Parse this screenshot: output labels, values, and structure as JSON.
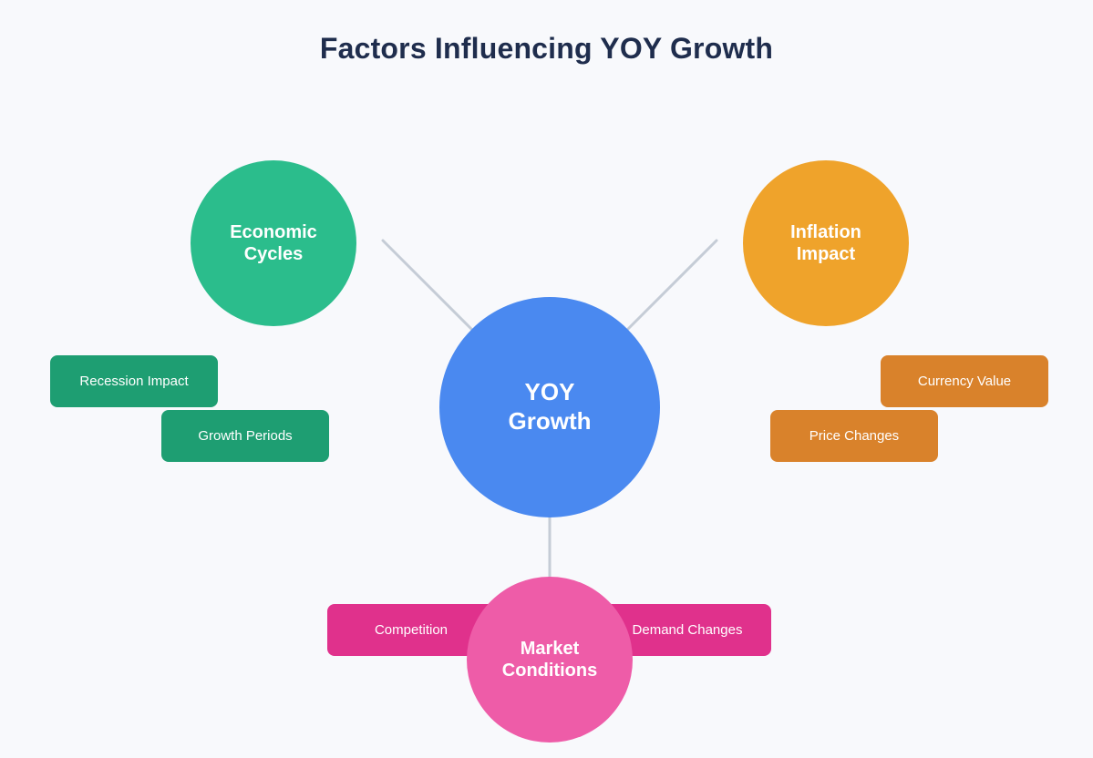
{
  "page": {
    "title": "Factors Influencing YOY Growth",
    "background_color": "#f8f9fc",
    "title_color": "#1f2d4d",
    "connector_color": "#c5ccd6"
  },
  "center_node": {
    "label_line1": "YOY",
    "label_line2": "Growth",
    "color": "#4a89f0",
    "text_color": "#ffffff"
  },
  "branches": [
    {
      "id": "economic-cycles",
      "label_line1": "Economic",
      "label_line2": "Cycles",
      "color": "#2bbd8c",
      "sub_color": "#1e9e72",
      "text_color": "#ffffff",
      "items": [
        {
          "label": "Recession Impact"
        },
        {
          "label": "Growth Periods"
        }
      ]
    },
    {
      "id": "inflation-impact",
      "label_line1": "Inflation",
      "label_line2": "Impact",
      "color": "#efa32b",
      "sub_color": "#d9822b",
      "text_color": "#ffffff",
      "items": [
        {
          "label": "Currency Value"
        },
        {
          "label": "Price Changes"
        }
      ]
    },
    {
      "id": "market-conditions",
      "label_line1": "Market",
      "label_line2": "Conditions",
      "color": "#ee5ca8",
      "sub_color": "#e0318c",
      "text_color": "#ffffff",
      "items": [
        {
          "label": "Competition"
        },
        {
          "label": "Demand Changes"
        }
      ]
    }
  ]
}
